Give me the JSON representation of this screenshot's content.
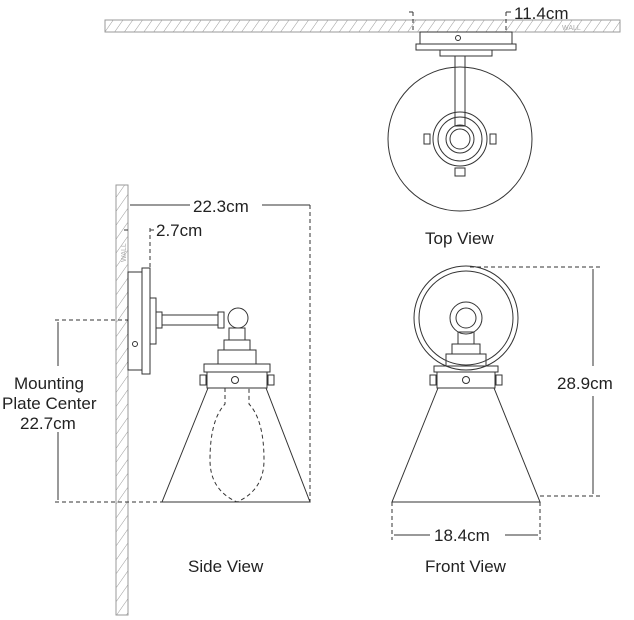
{
  "dimensions": {
    "width": "11.4cm",
    "depth": "22.3cm",
    "plate_depth": "2.7cm",
    "mounting_line1": "Mounting",
    "mounting_line2": "Plate Center",
    "mounting_value": "22.7cm",
    "height": "28.9cm",
    "shade_width": "18.4cm"
  },
  "labels": {
    "wall": "WALL",
    "top_view": "Top View",
    "side_view": "Side View",
    "front_view": "Front View"
  },
  "colors": {
    "line": "#333333",
    "hatch": "#999999"
  }
}
